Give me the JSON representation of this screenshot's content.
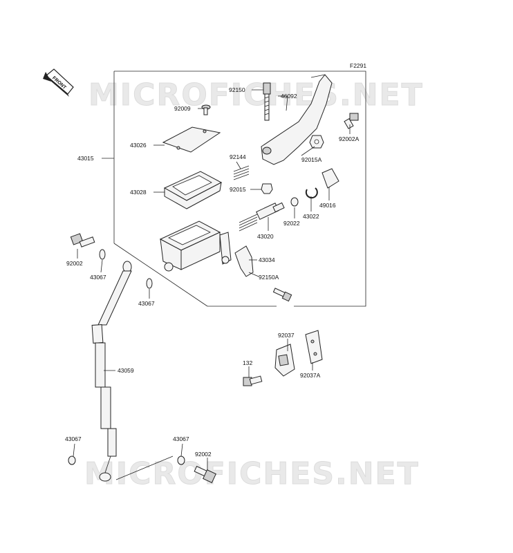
{
  "diagram": {
    "figure_code": "F2291",
    "front_tag": "FRONT",
    "watermark_top": "MICROFICHES.NET",
    "watermark_bottom": "MICROFICHES.NET",
    "labels": {
      "p92150": "92150",
      "p46092": "46092",
      "p92009": "92009",
      "p92002A": "92002A",
      "p43026": "43026",
      "p43015": "43015",
      "p92144": "92144",
      "p92015A": "92015A",
      "p43028": "43028",
      "p92015": "92015",
      "p49016": "49016",
      "p43022": "43022",
      "p92022": "92022",
      "p43020": "43020",
      "p92002_top": "92002",
      "p43067_a": "43067",
      "p43034": "43034",
      "p92150A": "92150A",
      "p43067_b": "43067",
      "p92037": "92037",
      "p43059": "43059",
      "p132": "132",
      "p92037A": "92037A",
      "p43067_c": "43067",
      "p43067_d": "43067",
      "p92002_bot": "92002"
    }
  }
}
